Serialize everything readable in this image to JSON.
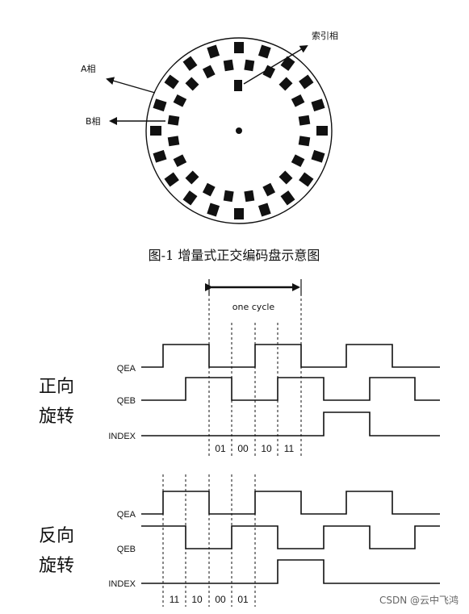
{
  "disk": {
    "label_a": "A相",
    "label_b": "B相",
    "label_index": "索引相"
  },
  "caption": "图-1  增量式正交编码盘示意图",
  "one_cycle": "one cycle",
  "signals": {
    "qea": "QEA",
    "qeb": "QEB",
    "index": "INDEX"
  },
  "forward": {
    "line1": "正向",
    "line2": "旋转",
    "codes": [
      "01",
      "00",
      "10",
      "11"
    ]
  },
  "reverse": {
    "line1": "反向",
    "line2": "旋转",
    "codes": [
      "11",
      "10",
      "00",
      "01"
    ]
  },
  "watermark": "CSDN @云中飞鸿",
  "colors": {
    "ink": "#111111",
    "background": "#ffffff"
  }
}
